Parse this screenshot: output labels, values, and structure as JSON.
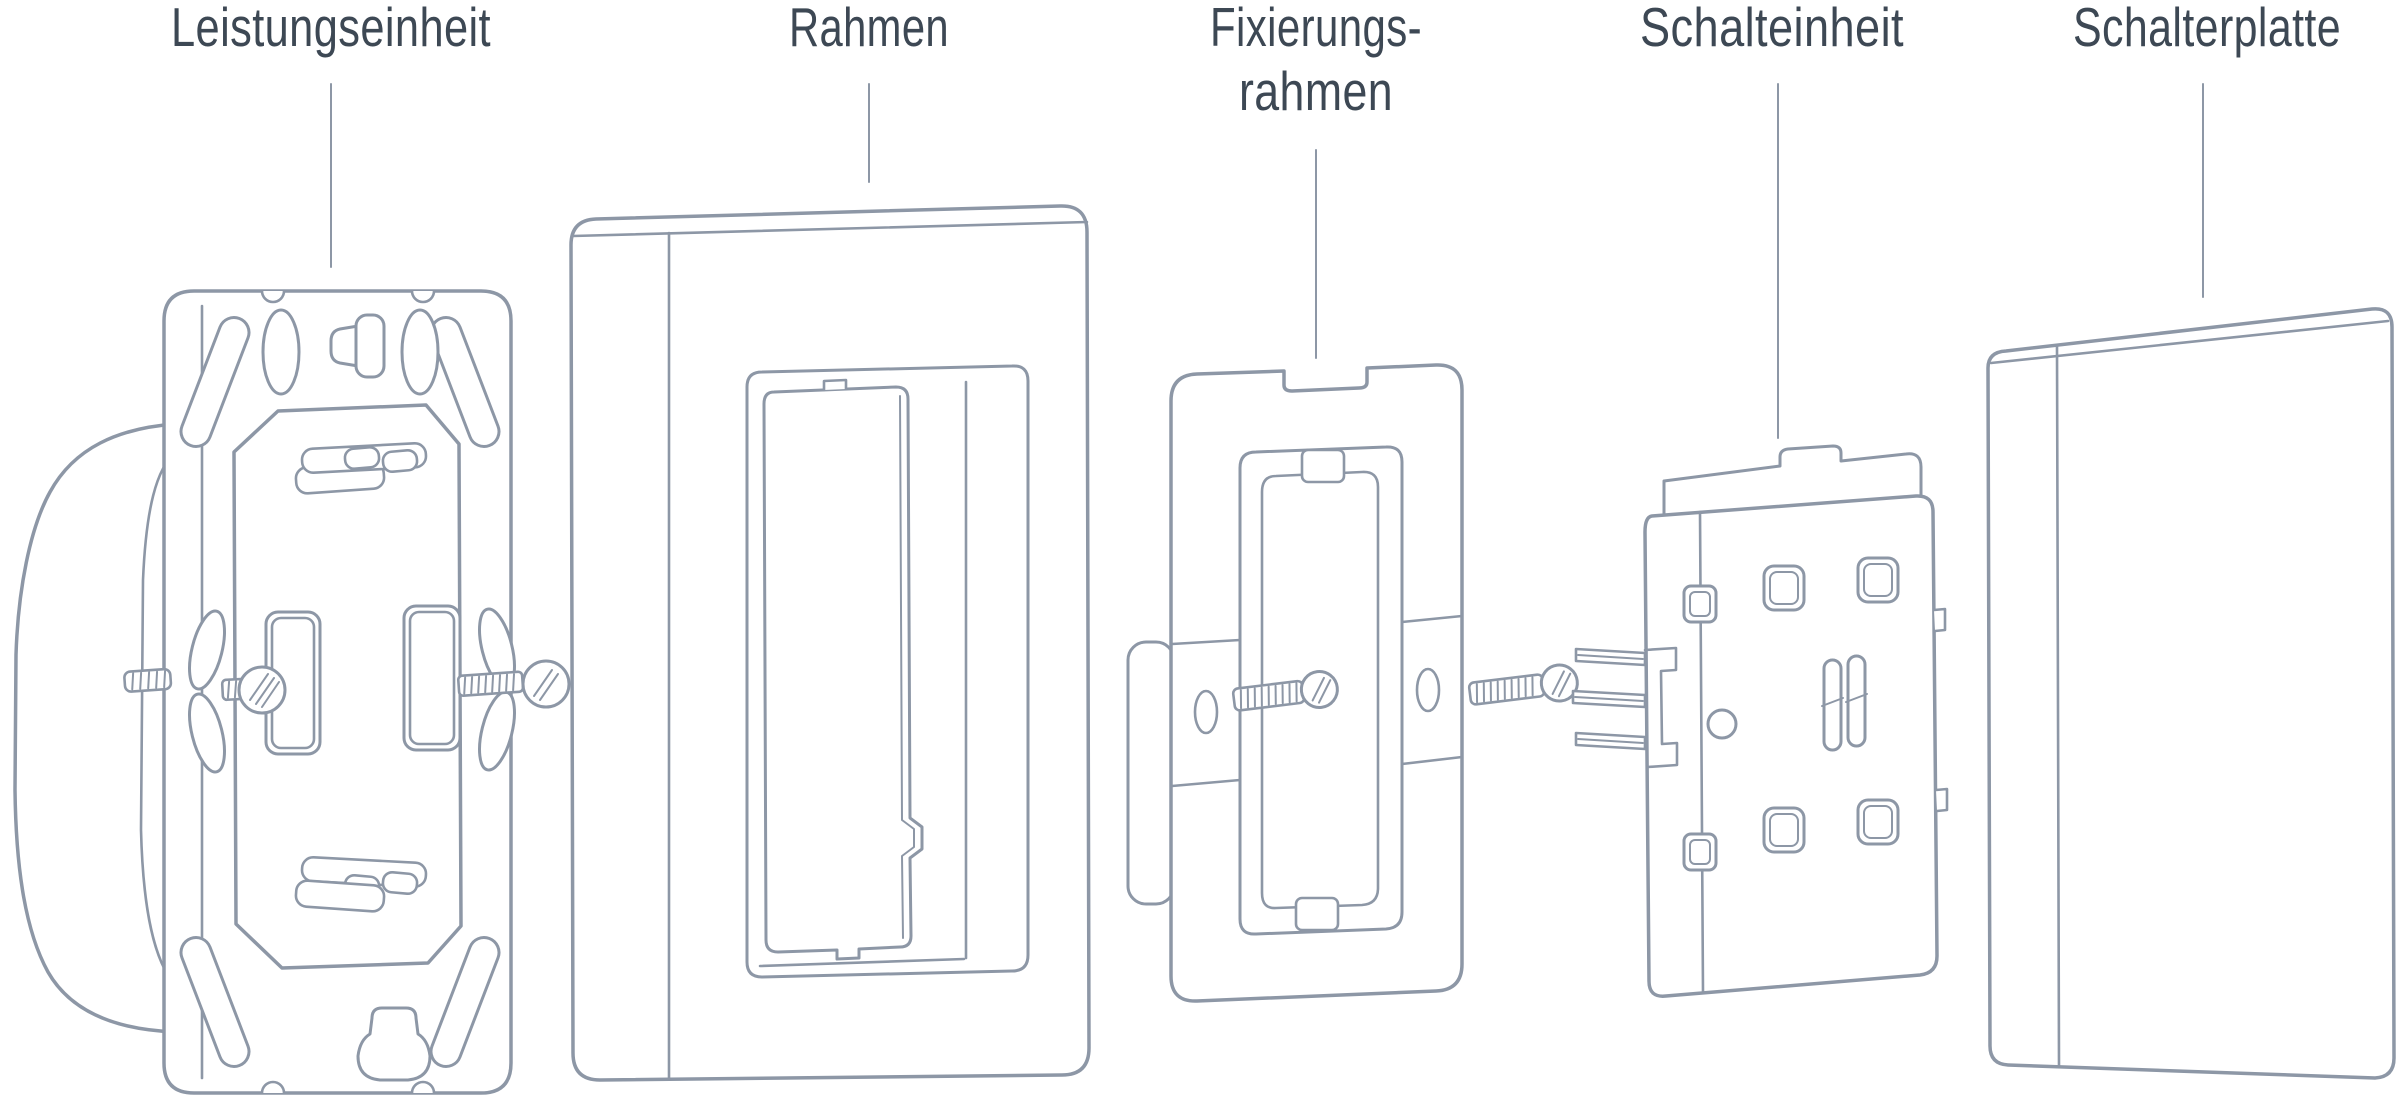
{
  "diagram": {
    "type": "exploded-assembly-illustration",
    "subject": "wall light switch components",
    "background_color": "#ffffff",
    "line_color": "#8d97a6",
    "label_color": "#3d4854",
    "parts": [
      {
        "name": "Leistungseinheit",
        "label_lines": [
          "Leistungseinheit"
        ]
      },
      {
        "name": "Rahmen",
        "label_lines": [
          "Rahmen"
        ]
      },
      {
        "name": "Fixierungsrahmen",
        "label_lines": [
          "Fixierungs-",
          "rahmen"
        ]
      },
      {
        "name": "Schalteinheit",
        "label_lines": [
          "Schalteinheit"
        ]
      },
      {
        "name": "Schalterplatte",
        "label_lines": [
          "Schalterplatte"
        ]
      }
    ]
  }
}
